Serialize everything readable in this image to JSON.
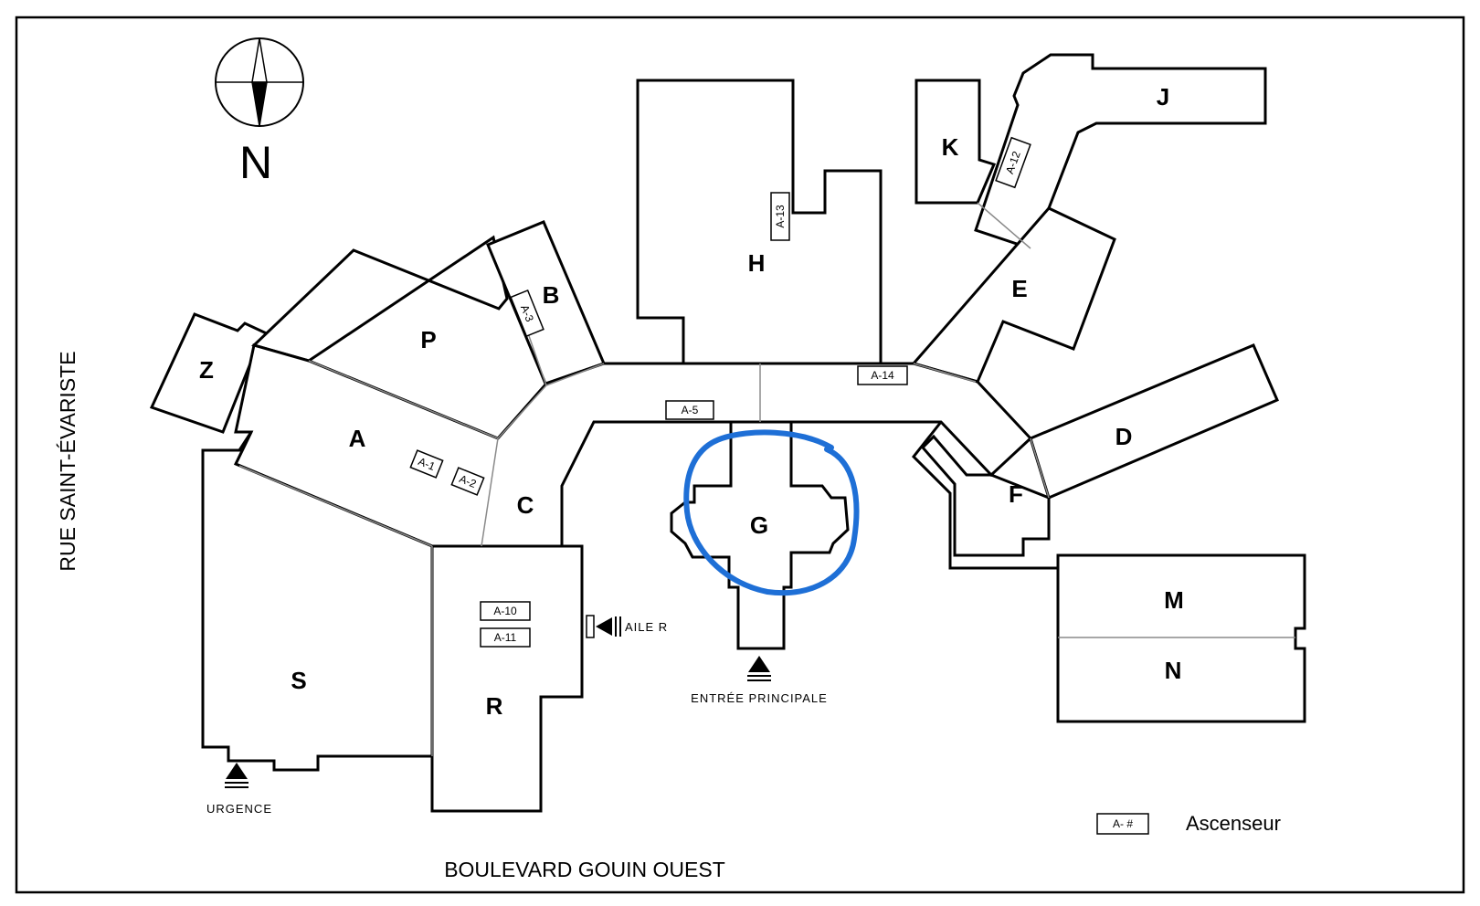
{
  "compass": {
    "label": "N"
  },
  "wings": {
    "A": "A",
    "B": "B",
    "C": "C",
    "D": "D",
    "E": "E",
    "F": "F",
    "G": "G",
    "H": "H",
    "J": "J",
    "K": "K",
    "M": "M",
    "N": "N",
    "P": "P",
    "R": "R",
    "S": "S",
    "Z": "Z"
  },
  "elevators": {
    "a1": "A-1",
    "a2": "A-2",
    "a3": "A-3",
    "a5": "A-5",
    "a10": "A-10",
    "a11": "A-11",
    "a12": "A-12",
    "a13": "A-13",
    "a14": "A-14"
  },
  "streets": {
    "west": "RUE SAINT-ÉVARISTE",
    "south": "BOULEVARD GOUIN OUEST"
  },
  "entrances": {
    "main": "ENTRÉE PRINCIPALE",
    "emergency": "URGENCE",
    "wing_r": "AILE  R"
  },
  "legend": {
    "symbol": "A- #",
    "label": "Ascenseur"
  },
  "highlight": {
    "color": "#1e6fd6",
    "wing": "G"
  }
}
